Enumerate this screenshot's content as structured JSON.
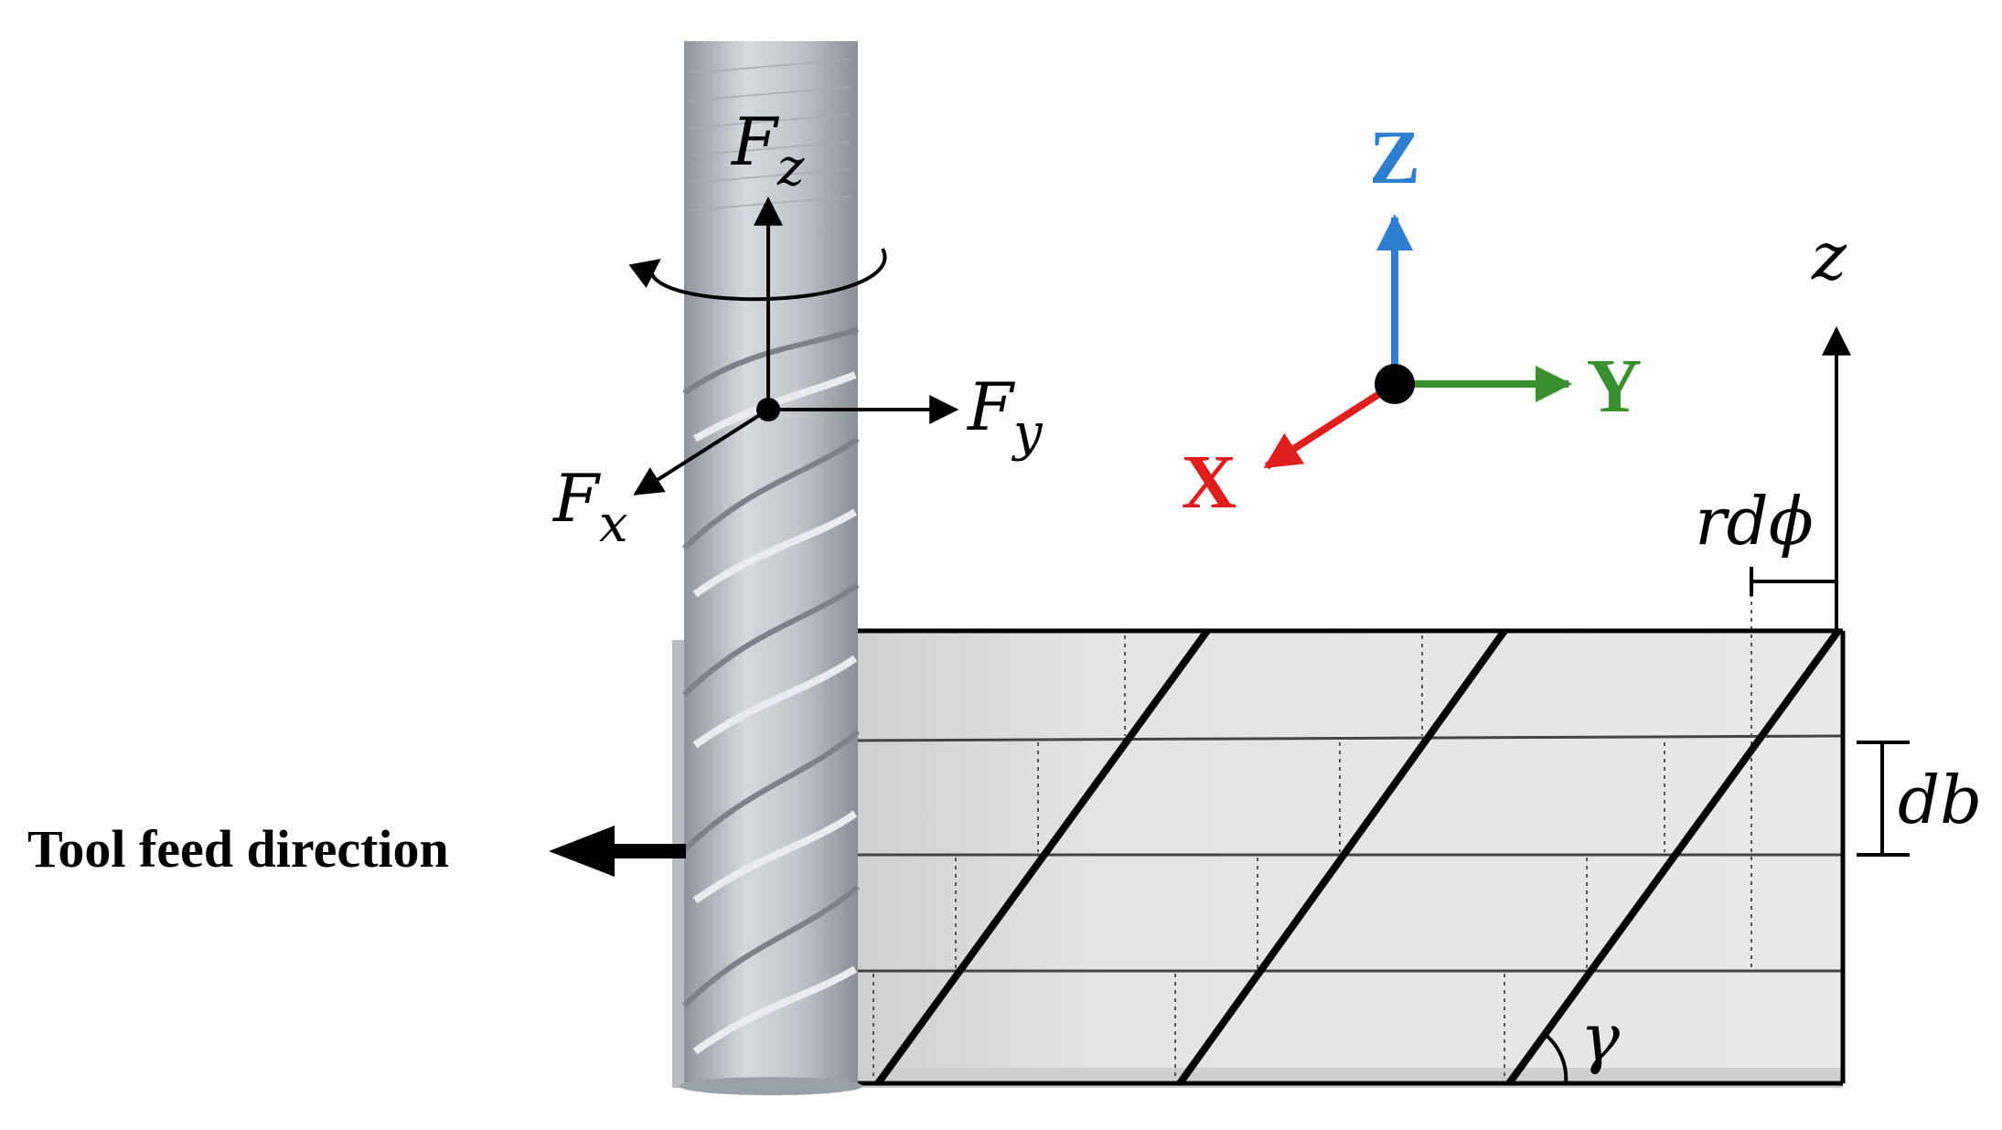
{
  "labels": {
    "fz": {
      "main": "F",
      "sub": "z"
    },
    "fy": {
      "main": "F",
      "sub": "y"
    },
    "fx": {
      "main": "F",
      "sub": "x"
    },
    "global_z": "Z",
    "global_y": "Y",
    "global_x": "X",
    "local_z": "z",
    "rdphi": "rdϕ",
    "db": "db",
    "gamma": "γ",
    "feed": "Tool feed direction"
  },
  "colors": {
    "axis_z": "#2f7fd1",
    "axis_y": "#3a8f2e",
    "axis_x": "#e01e1e",
    "ink": "#000000",
    "tool": "#b8bcc4",
    "tool_shadow": "#9aa0a8",
    "block": "#e6e6e6"
  },
  "icons": {
    "rotation": "rotation-arrow-icon",
    "feed": "feed-arrow-icon"
  }
}
